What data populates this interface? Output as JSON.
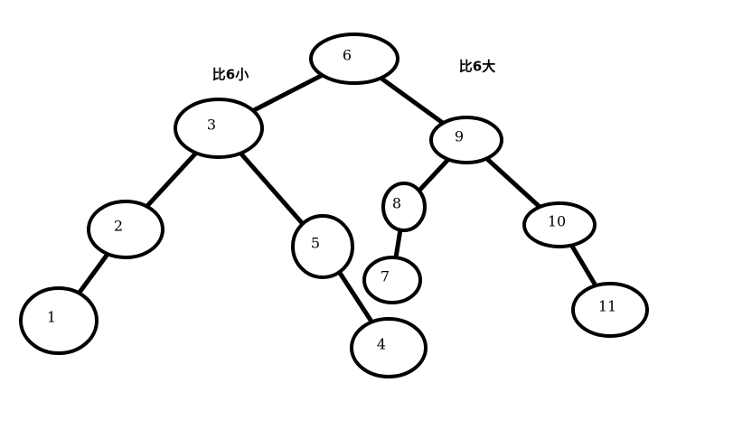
{
  "tree": {
    "annotations": {
      "left": "比6小",
      "right": "比6大"
    },
    "nodes": [
      {
        "id": "n6",
        "label": "6"
      },
      {
        "id": "n3",
        "label": "3"
      },
      {
        "id": "n9",
        "label": "9"
      },
      {
        "id": "n2",
        "label": "2"
      },
      {
        "id": "n5",
        "label": "5"
      },
      {
        "id": "n8",
        "label": "8"
      },
      {
        "id": "n10",
        "label": "10"
      },
      {
        "id": "n1",
        "label": "1"
      },
      {
        "id": "n4",
        "label": "4"
      },
      {
        "id": "n7",
        "label": "7"
      },
      {
        "id": "n11",
        "label": "11"
      }
    ],
    "edges": [
      {
        "from": "n6",
        "to": "n3"
      },
      {
        "from": "n6",
        "to": "n9"
      },
      {
        "from": "n3",
        "to": "n2"
      },
      {
        "from": "n3",
        "to": "n5"
      },
      {
        "from": "n2",
        "to": "n1"
      },
      {
        "from": "n5",
        "to": "n4"
      },
      {
        "from": "n9",
        "to": "n8"
      },
      {
        "from": "n9",
        "to": "n10"
      },
      {
        "from": "n8",
        "to": "n7"
      },
      {
        "from": "n10",
        "to": "n11"
      }
    ]
  }
}
